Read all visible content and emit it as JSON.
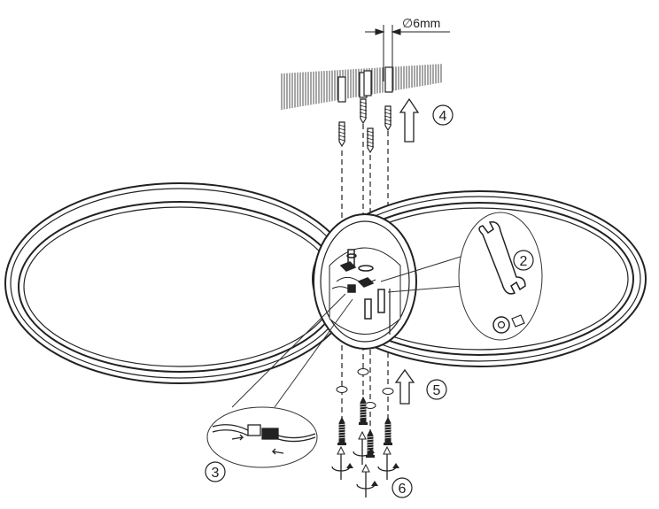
{
  "dimension": {
    "label": "∅6mm"
  },
  "steps": [
    {
      "id": "step-2",
      "number": "2"
    },
    {
      "id": "step-3",
      "number": "3"
    },
    {
      "id": "step-4",
      "number": "4"
    },
    {
      "id": "step-5",
      "number": "5"
    },
    {
      "id": "step-6",
      "number": "6"
    }
  ],
  "colors": {
    "line": "#222222",
    "dashed": "#333333",
    "detail_fill": "#ffffff"
  },
  "icons": [
    "wall-hatch",
    "wall-anchor",
    "screw",
    "washer",
    "wrench-icon",
    "connector-icon",
    "arrow-up-icon",
    "rotate-icon"
  ]
}
